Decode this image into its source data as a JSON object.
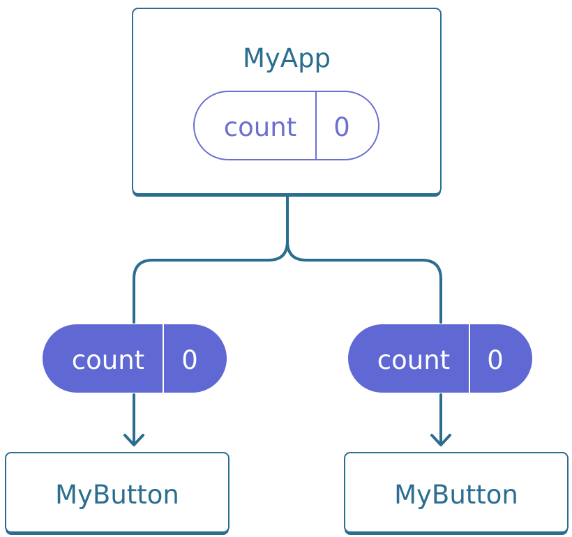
{
  "diagram": {
    "colors": {
      "component": "#2a6d8f",
      "state_outline": "#6b6fd0",
      "state_filled": "#6068d4",
      "background": "#ffffff"
    },
    "parent": {
      "name": "MyApp",
      "state": {
        "label": "count",
        "value": "0"
      }
    },
    "children": [
      {
        "name": "MyButton",
        "prop": {
          "label": "count",
          "value": "0"
        }
      },
      {
        "name": "MyButton",
        "prop": {
          "label": "count",
          "value": "0"
        }
      }
    ]
  }
}
